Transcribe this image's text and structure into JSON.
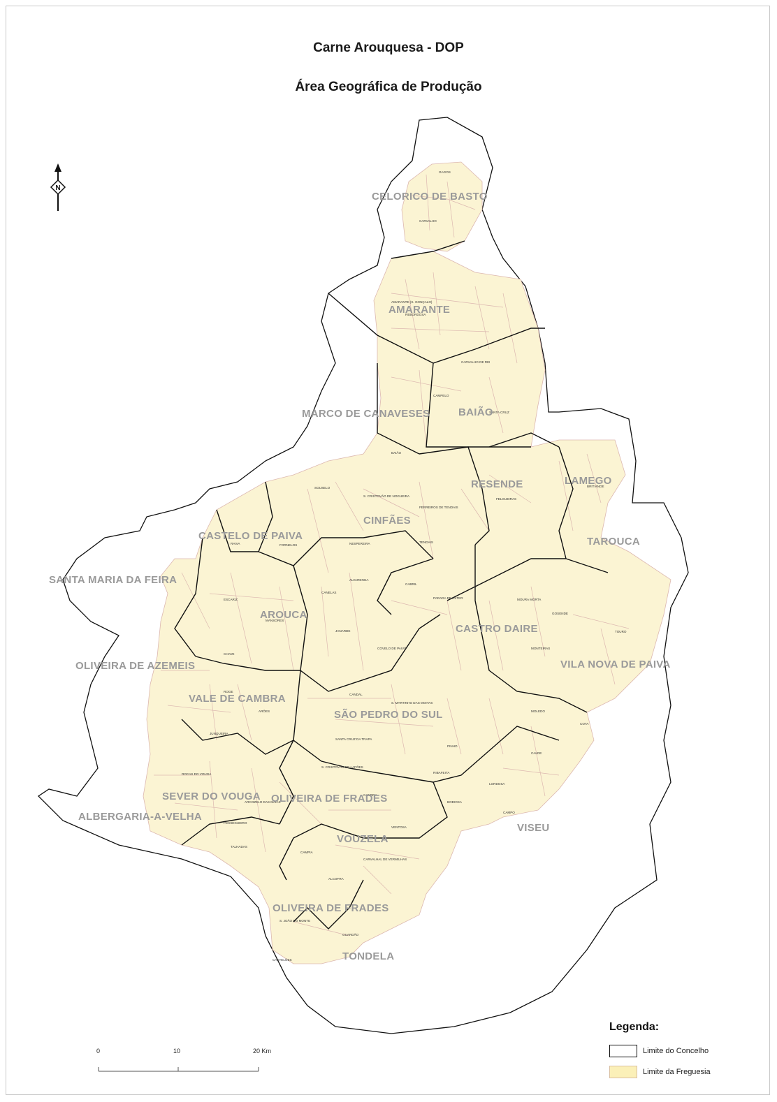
{
  "title": "Carne Arouquesa - DOP",
  "subtitle": "Área Geográfica de Produção",
  "colors": {
    "region_fill": "#fbf4d3",
    "freguesia_line": "#dcb8b0",
    "concelho_line": "#111111",
    "outline_fill": "#ffffff"
  },
  "north_arrow": {
    "label": "N",
    "icon": "north-arrow-icon"
  },
  "concelhos": [
    {
      "name": "CELORICO DE BASTO"
    },
    {
      "name": "AMARANTE"
    },
    {
      "name": "MARCO DE CANAVESES"
    },
    {
      "name": "BAIÃO"
    },
    {
      "name": "RESENDE"
    },
    {
      "name": "LAMEGO"
    },
    {
      "name": "CINFÃES"
    },
    {
      "name": "CASTELO DE PAIVA"
    },
    {
      "name": "TAROUCA"
    },
    {
      "name": "SANTA MARIA DA FEIRA"
    },
    {
      "name": "AROUCA"
    },
    {
      "name": "CASTRO DAIRE"
    },
    {
      "name": "VILA NOVA DE PAIVA"
    },
    {
      "name": "OLIVEIRA DE AZEMEIS"
    },
    {
      "name": "VALE DE CAMBRA"
    },
    {
      "name": "SÃO PEDRO DO SUL"
    },
    {
      "name": "SEVER DO VOUGA"
    },
    {
      "name": "OLIVEIRA DE FRADES"
    },
    {
      "name": "ALBERGARIA-A-VELHA"
    },
    {
      "name": "VOUZELA"
    },
    {
      "name": "VISEU"
    },
    {
      "name": "OLIVEIRA DE FRADES"
    },
    {
      "name": "TONDELA"
    }
  ],
  "legend": {
    "title": "Legenda:",
    "items": [
      {
        "label": "Limite do Concelho",
        "fill": "#ffffff"
      },
      {
        "label": "Limite da Freguesia",
        "fill": "#fbf0b8"
      }
    ]
  },
  "scale": {
    "ticks": [
      "0",
      "10",
      "20 Km"
    ]
  }
}
